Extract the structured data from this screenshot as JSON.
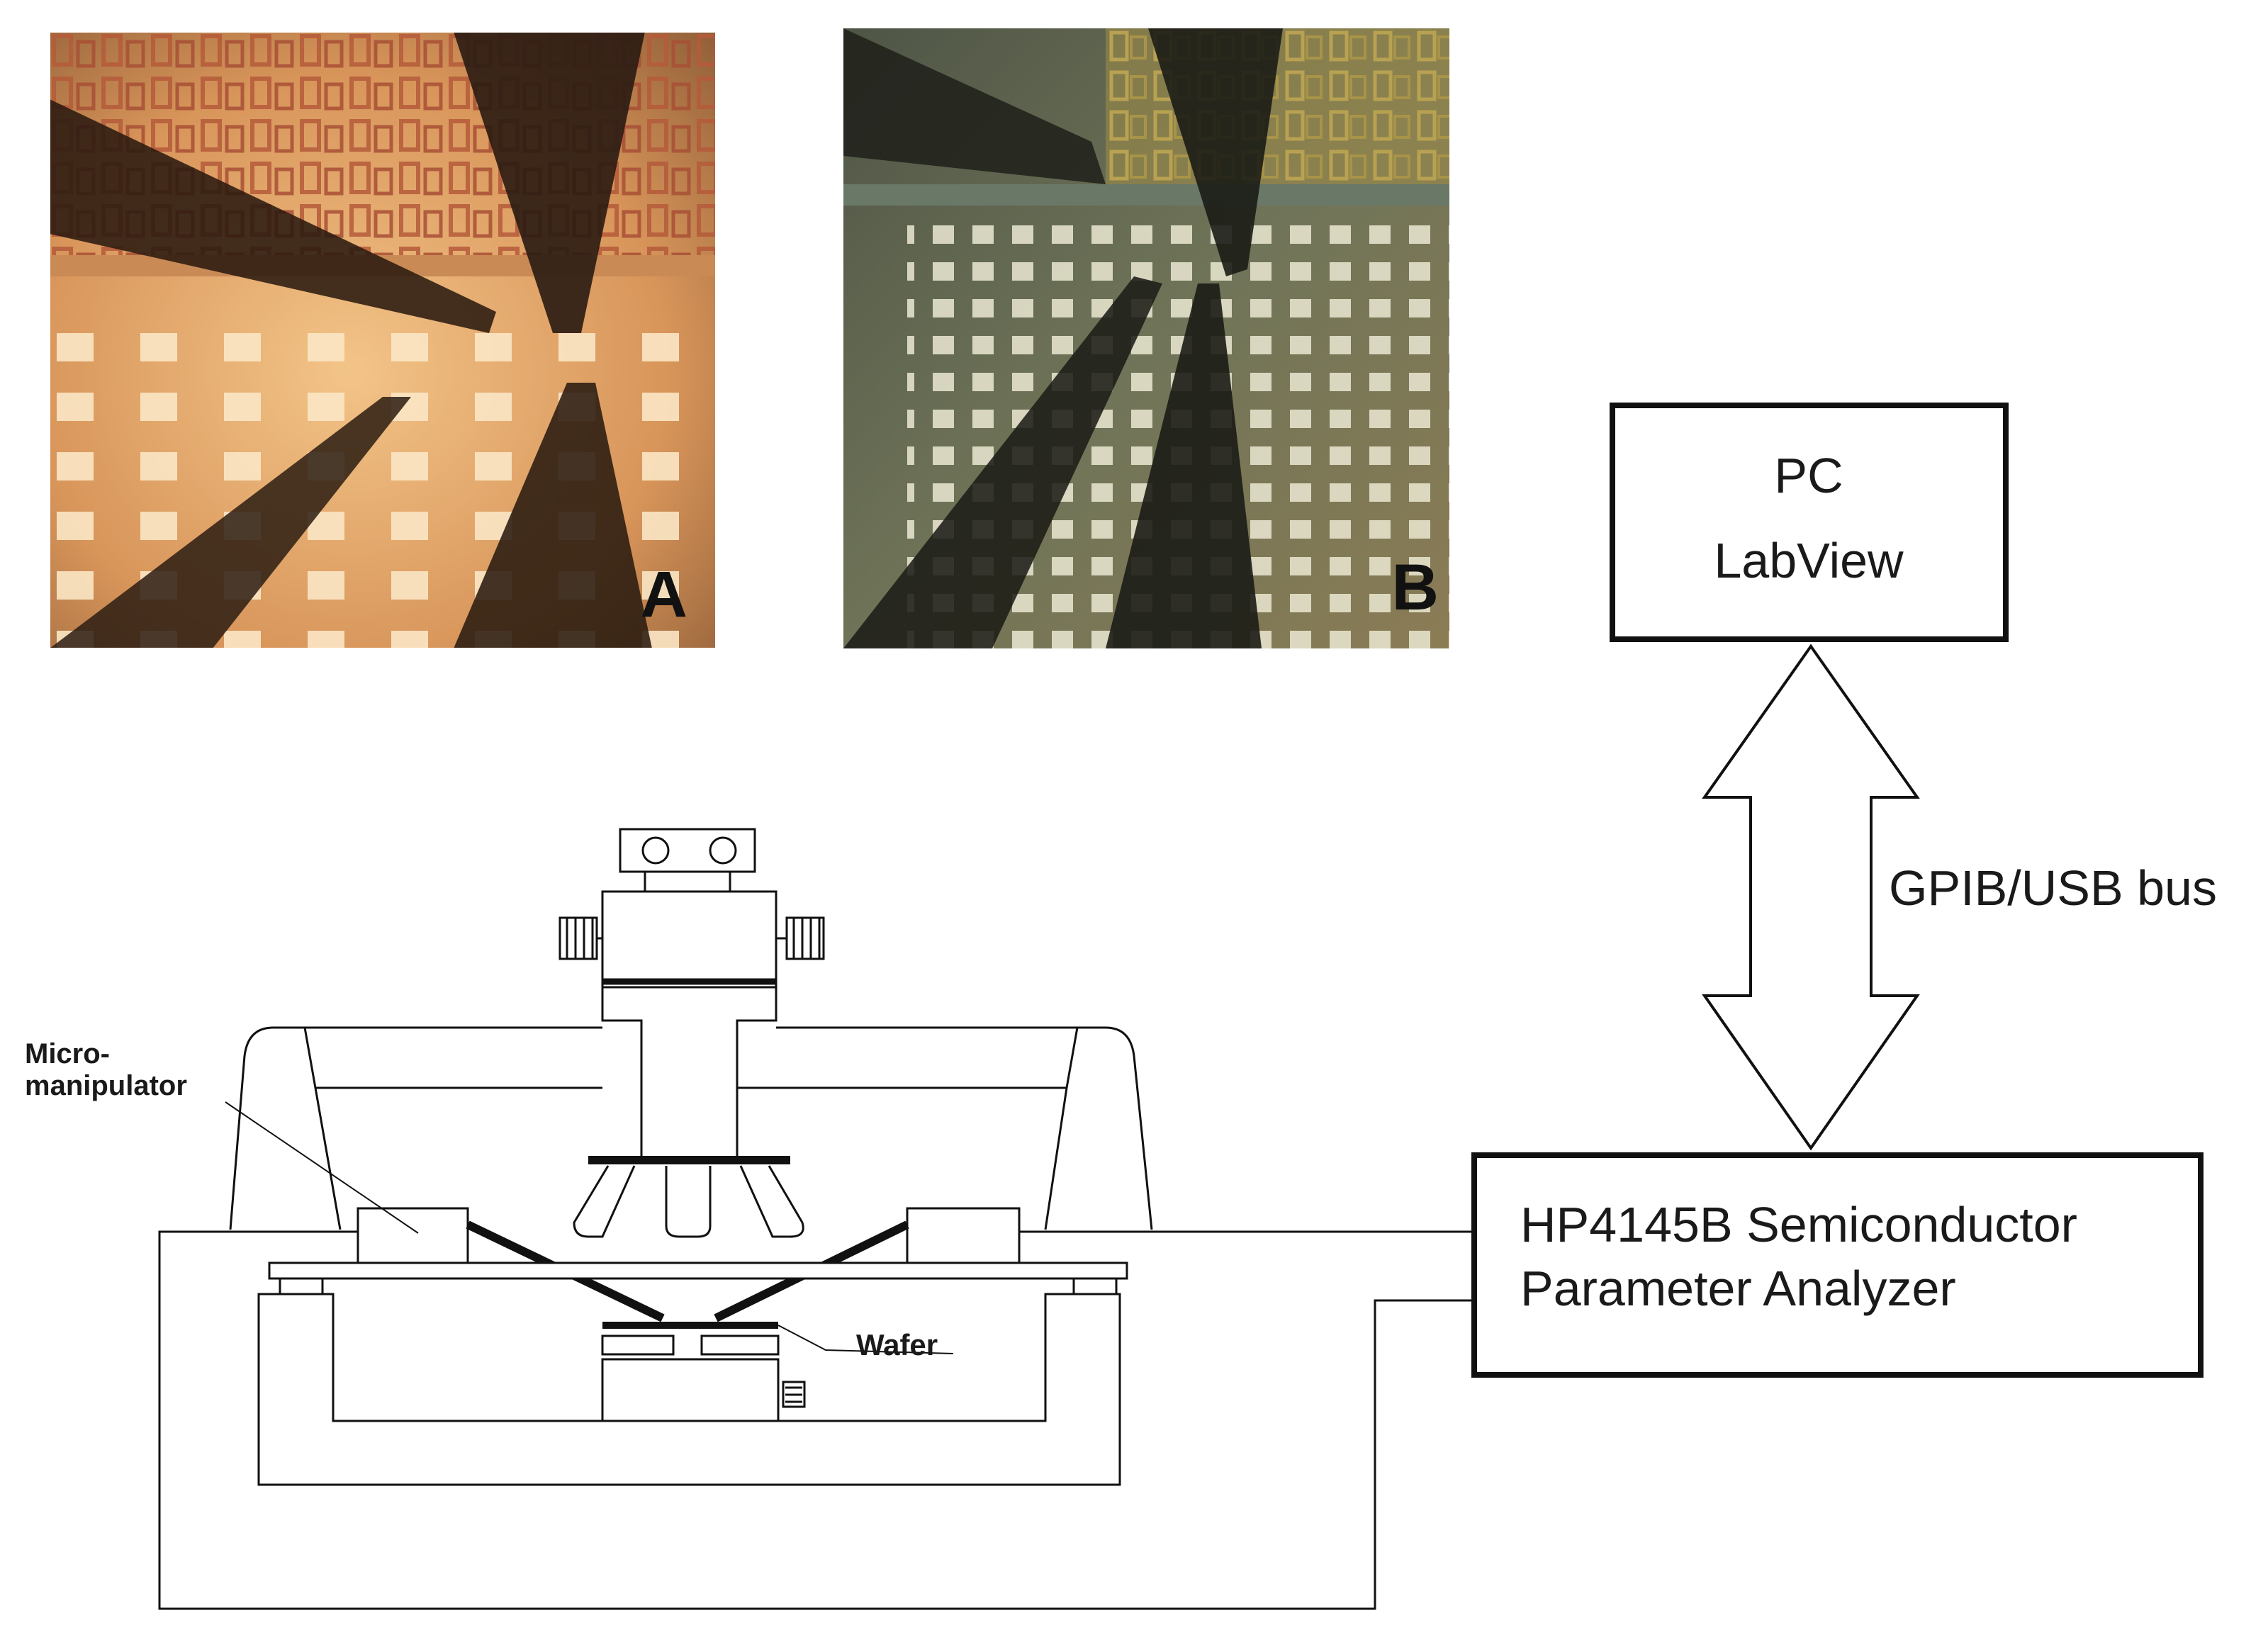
{
  "photos": {
    "a": {
      "label": "A"
    },
    "b": {
      "label": "B"
    }
  },
  "pc_box": {
    "line1": "PC",
    "line2": "LabView"
  },
  "bus": {
    "label": "GPIB/USB bus"
  },
  "analyzer_box": {
    "line1": "HP4145B Semiconductor",
    "line2": "Parameter Analyzer"
  },
  "probe_station": {
    "micromanipulator_line1": "Micro-",
    "micromanipulator_line2": "manipulator",
    "wafer_label": "Wafer"
  },
  "colors": {
    "line": "#111111",
    "photo_a_base": "#e6a05e",
    "photo_b_base": "#7c7e5e"
  }
}
